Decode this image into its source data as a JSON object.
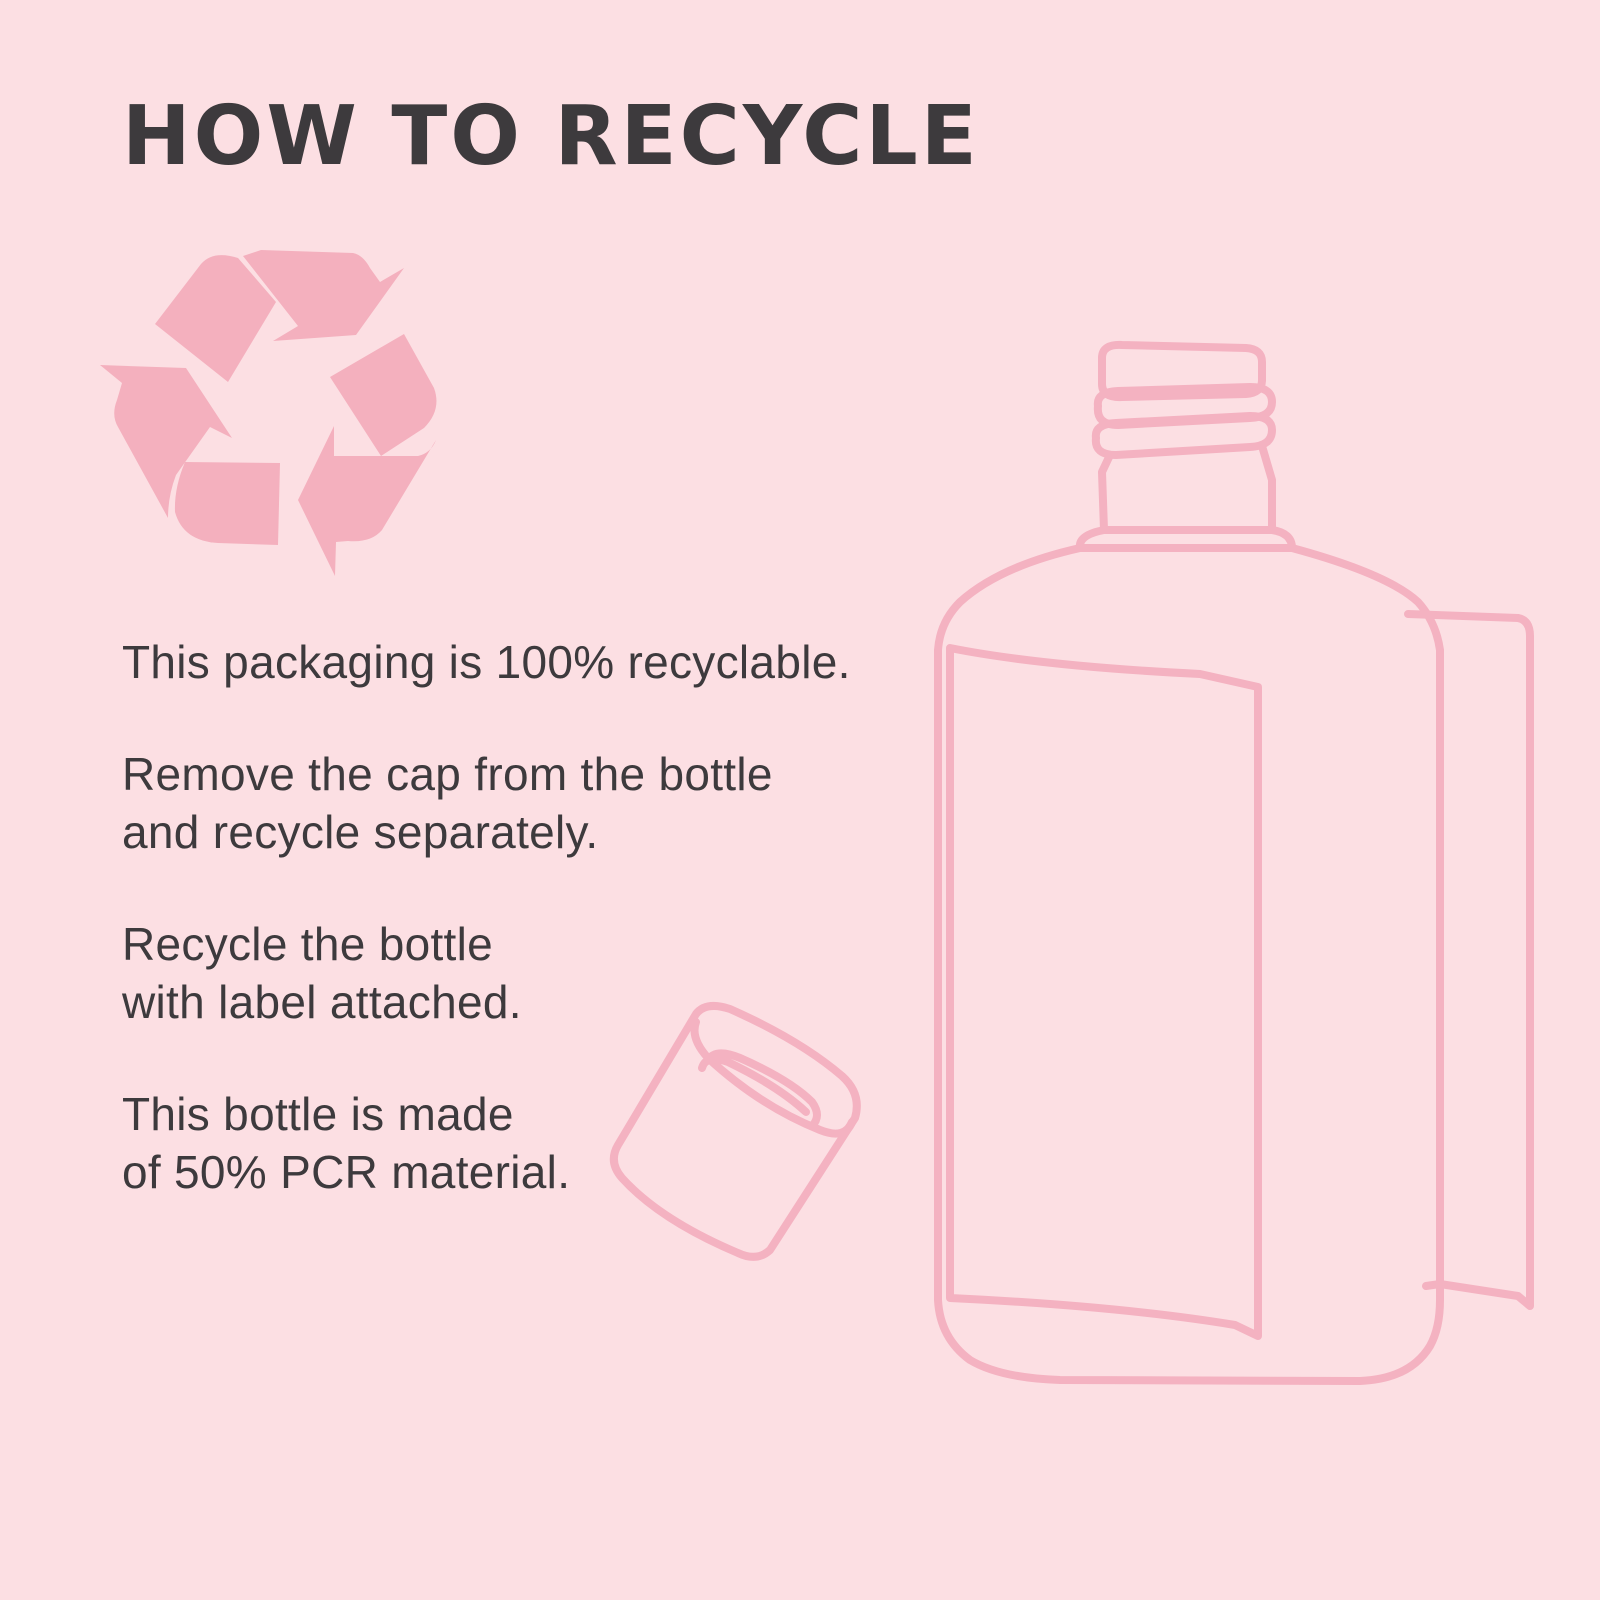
{
  "title": "HOW TO RECYCLE",
  "icons": {
    "recycle": "recycle-icon",
    "bottle": "bottle-illustration",
    "cap": "bottle-cap-illustration"
  },
  "colors": {
    "background": "#fcdfe3",
    "text": "#3d3a3d",
    "accent": "#f4b2c1"
  },
  "info": [
    {
      "lines": [
        "This packaging is 100% recyclable."
      ]
    },
    {
      "lines": [
        "Remove the cap from the bottle",
        "and recycle separately."
      ]
    },
    {
      "lines": [
        "Recycle the bottle",
        "with label attached."
      ]
    },
    {
      "lines": [
        "This bottle is made",
        "of 50% PCR material."
      ]
    }
  ]
}
